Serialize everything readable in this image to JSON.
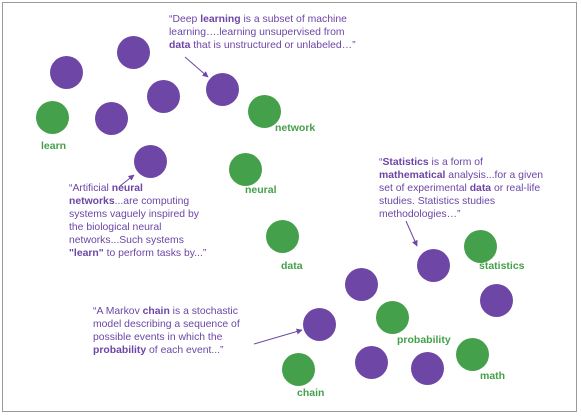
{
  "colors": {
    "document_node": "#6d46a6",
    "word_node": "#44a04a",
    "quote_text": "#6d46a6",
    "arrow": "#6d46a6",
    "border": "#9a9a9a"
  },
  "word_labels": {
    "learn": "learn",
    "network": "network",
    "neural": "neural",
    "data": "data",
    "statistics": "statistics",
    "probability": "probability",
    "math": "math",
    "chain": "chain"
  },
  "quotes": {
    "deep_learning": {
      "l1a": "“Deep ",
      "l1k": "learning",
      "l1b": " is a subset of machine",
      "l2": "learning….learning unsupervised from",
      "l3k": "data",
      "l3b": " that is unstructured or unlabeled…”"
    },
    "neural_networks": {
      "l1a": "“Artificial ",
      "l1k": "neural",
      "l2k": "networks",
      "l2b": "...are computing",
      "l3": "systems vaguely inspired by",
      "l4": "the biological neural",
      "l5": "networks...Such systems",
      "l6k": "\"learn\"",
      "l6b": " to perform tasks by...”"
    },
    "statistics": {
      "l1a": "“",
      "l1k": "Statistics",
      "l1b": " is a form of",
      "l2k": "mathematical",
      "l2b": " analysis...for a given",
      "l3a": "set of experimental ",
      "l3k": "data",
      "l3b": " or real-life",
      "l4": "studies. Statistics studies",
      "l5": "methodologies…”"
    },
    "markov": {
      "l1a": "“A Markov ",
      "l1k": "chain",
      "l1b": " is a stochastic",
      "l2": "model describing a sequence of",
      "l3": "possible events in which the",
      "l4k": "probability",
      "l4b": " of each event...”"
    }
  }
}
